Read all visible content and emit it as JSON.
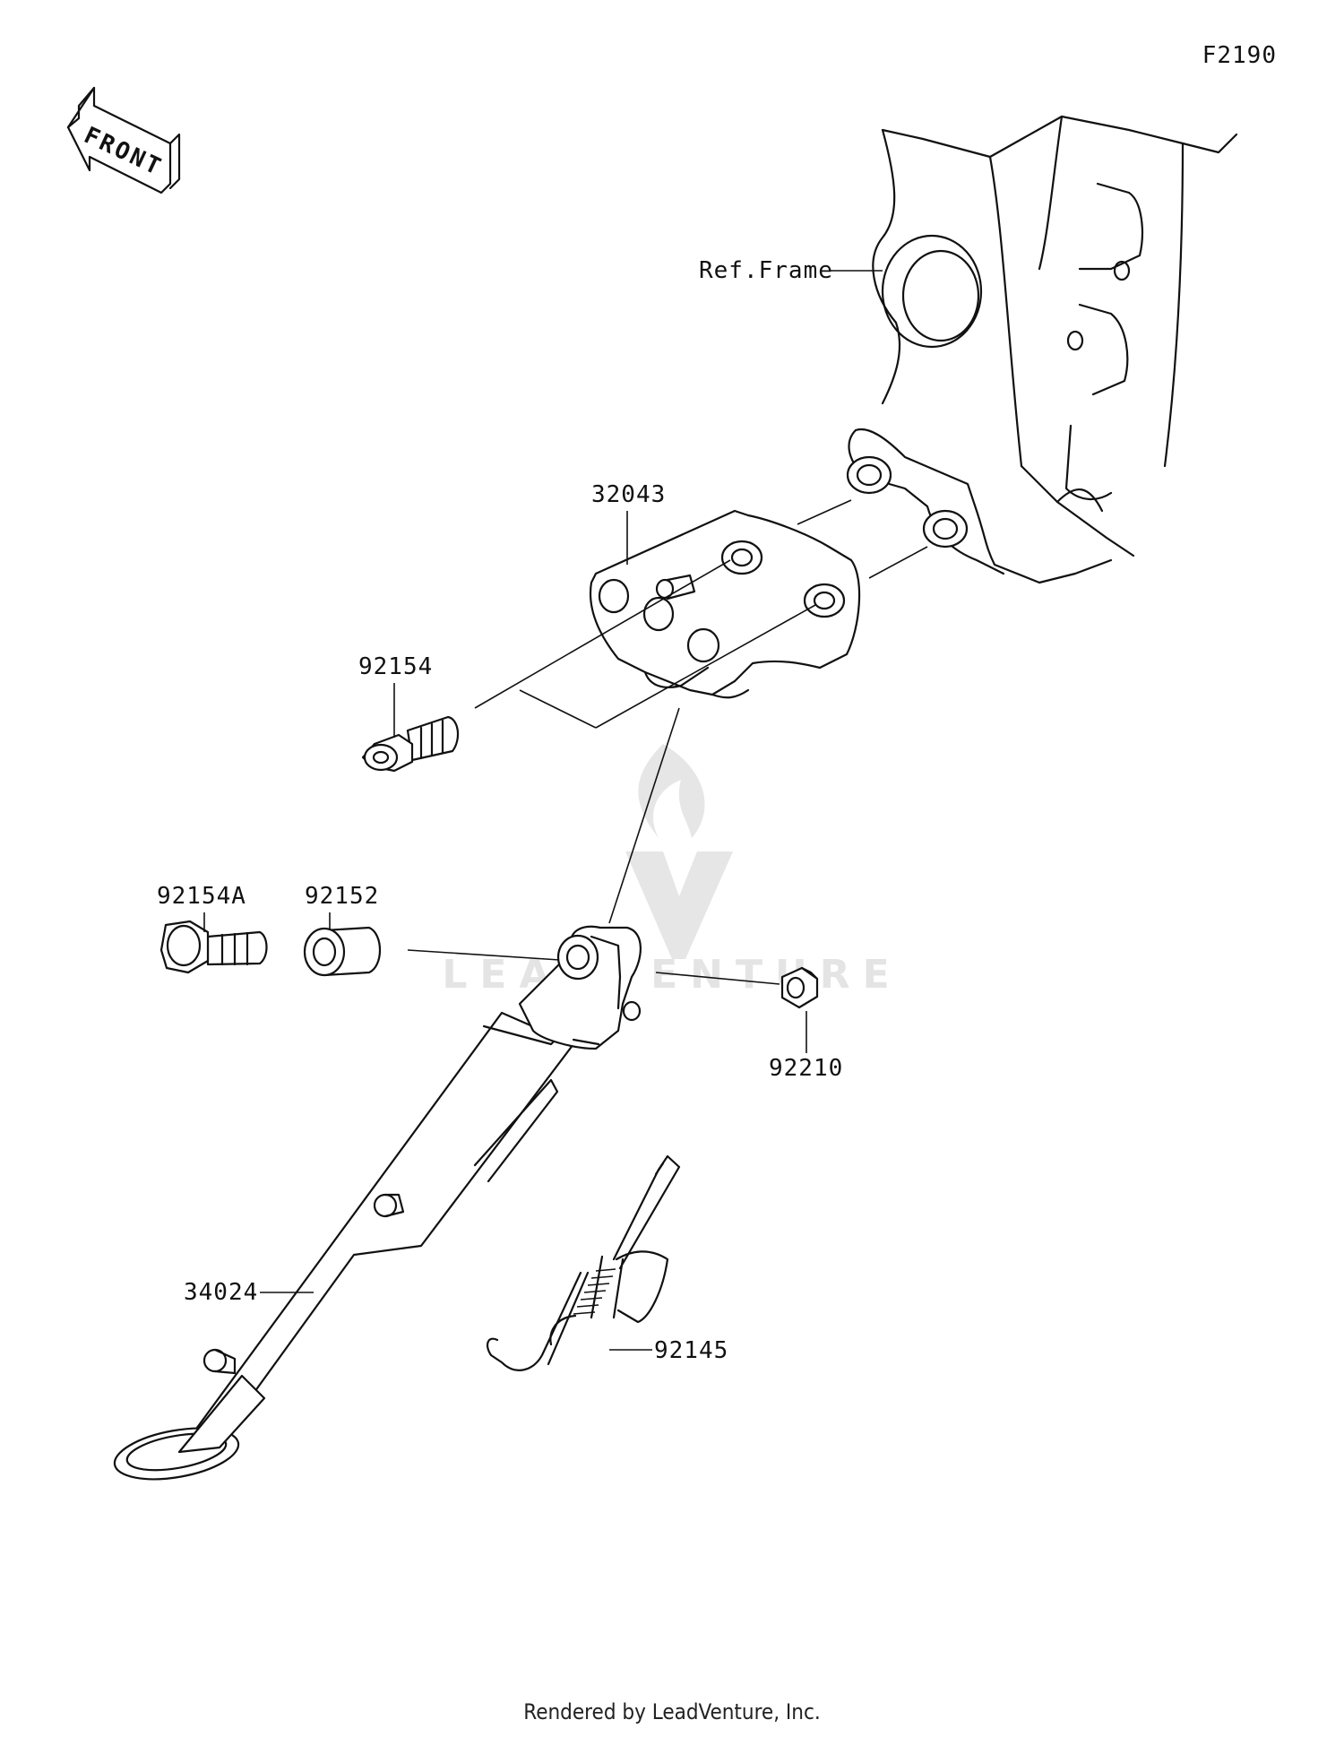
{
  "diagram_code": "F2190",
  "front_arrow_text": "FRONT",
  "labels": {
    "ref_frame": "Ref.Frame",
    "bracket": "32043",
    "bracket_bolt": "92154",
    "pivot_bolt": "92154A",
    "collar": "92152",
    "nut": "92210",
    "side_stand": "34024",
    "spring": "92145"
  },
  "watermark_text": "LEADVENTURE",
  "footer": "Rendered by LeadVenture, Inc."
}
